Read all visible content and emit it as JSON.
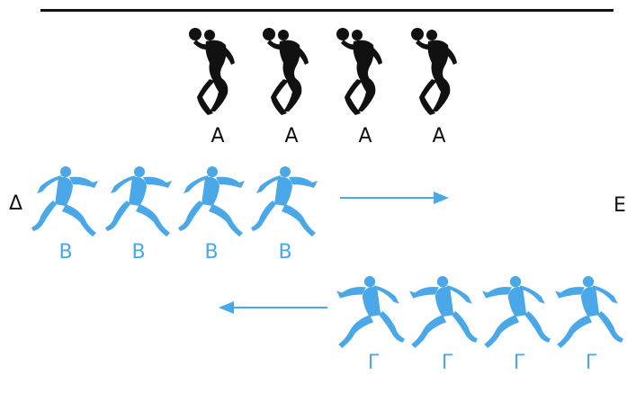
{
  "colors": {
    "black": "#111111",
    "blue": "#4aa8e8"
  },
  "icons": {
    "discus": "discus-thrower-icon",
    "runner": "runner-icon",
    "arrow": "arrow-icon"
  },
  "row_a": {
    "labels": [
      "A",
      "A",
      "A",
      "A"
    ]
  },
  "row_b": {
    "labels": [
      "B",
      "B",
      "B",
      "B"
    ]
  },
  "row_c": {
    "labels": [
      "Γ",
      "Γ",
      "Γ",
      "Γ"
    ]
  },
  "side_labels": {
    "left": "Δ",
    "right": "E"
  }
}
